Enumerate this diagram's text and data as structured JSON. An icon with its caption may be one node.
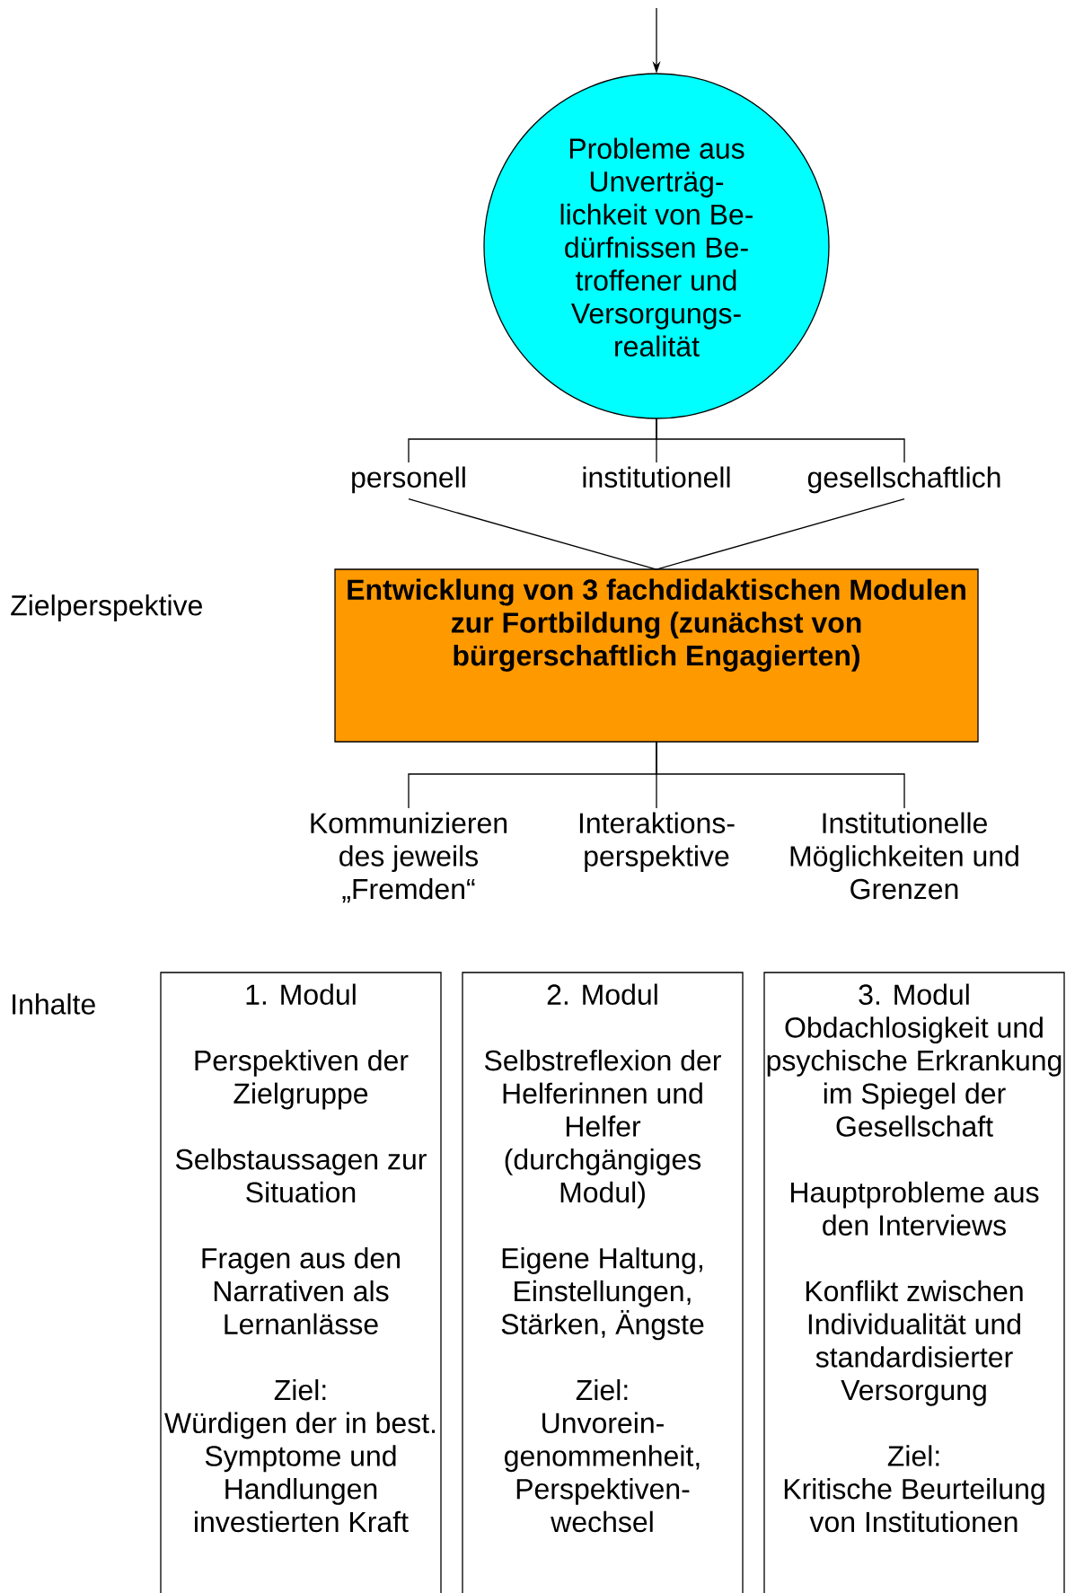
{
  "diagram": {
    "nodes": [
      {
        "text": [
          "Probleme aus Unverträg- lichkeit von Be- dürfnissen Be- troffener und Versorgungs- realität"
        ]
      },
      {
        "text": [
          "personell"
        ]
      },
      {
        "text": [
          "institutionell"
        ]
      },
      {
        "text": [
          "gesellschaftlich"
        ]
      },
      {
        "text": [
          "Entwicklung von 3 fachdidaktischen Modulen zur Fortbildung (zunächst von bürgerschaftlich Engagierten)"
        ]
      },
      {
        "text": [
          "Kommunizieren des jeweils „Fremden“"
        ]
      },
      {
        "text": [
          "Interaktions- perspektive"
        ]
      },
      {
        "text": [
          "Institutionelle Möglichkeiten und Grenzen"
        ]
      },
      {
        "text": [
          "1. Modul",
          "Perspektiven der Zielgruppe",
          "Selbstaussagen zur Situation",
          "Fragen aus den Narrativen als Lernanlässe",
          "Ziel:",
          "Würdigen der in best. Symptome und Handlungen investierten Kraft"
        ]
      },
      {
        "text": [
          "2. Modul",
          "Selbstreflexion der Helferinnen und Helfer (durchgängiges Modul)",
          "Eigene Haltung, Einstellungen, Stärken, Ängste",
          "Ziel:",
          "Unvorein- genommenheit, Perspektiven- wechsel"
        ]
      },
      {
        "text": [
          "3. Modul",
          "Obdachlosigkeit und psychische Erkrankung im Spiegel der Gesellschaft",
          "Hauptprobleme aus den Interviews",
          "Konflikt zwischen Individualität und standardisierter Versorgung",
          "Ziel:",
          "Kritische Beurteilung von Institutionen"
        ]
      }
    ],
    "edges": [
      {
        "from": null,
        "to": 0,
        "arrow": "to"
      },
      {
        "from": 0,
        "to": 1,
        "arrow": "none"
      },
      {
        "from": 0,
        "to": 2,
        "arrow": "none"
      },
      {
        "from": 0,
        "to": 3,
        "arrow": "none"
      },
      {
        "from": 1,
        "to": 4,
        "arrow": "none"
      },
      {
        "from": 3,
        "to": 4,
        "arrow": "none"
      },
      {
        "from": 4,
        "to": 5,
        "arrow": "none"
      },
      {
        "from": 4,
        "to": 6,
        "arrow": "none"
      },
      {
        "from": 4,
        "to": 7,
        "arrow": "none"
      }
    ],
    "labels": [
      "Zielperspektive",
      "Inhalte"
    ]
  }
}
